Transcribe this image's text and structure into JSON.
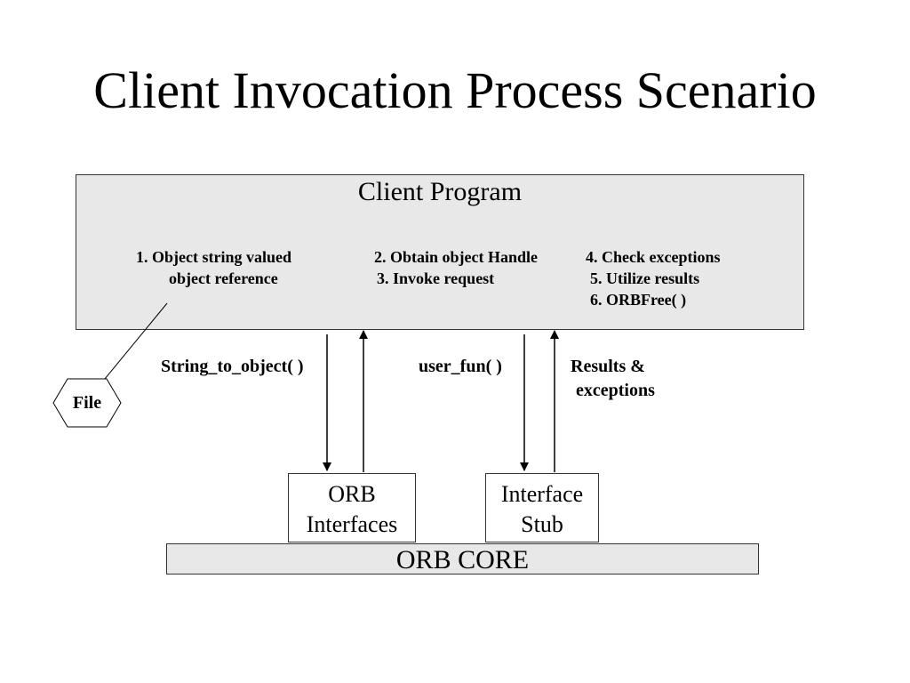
{
  "title": "Client Invocation Process Scenario",
  "client_program": {
    "label": "Client Program",
    "steps": {
      "s1_line1": "1. Object string valued",
      "s1_line2": "object reference",
      "s2": "2. Obtain object Handle",
      "s3": "3. Invoke request",
      "s4": "4. Check exceptions",
      "s5": "5. Utilize results",
      "s6": "6. ORBFree( )"
    }
  },
  "file_node": {
    "label": "File"
  },
  "calls": {
    "string_to_object": "String_to_object( )",
    "user_fun": "user_fun( )",
    "results_line1": "Results &",
    "results_line2": "exceptions"
  },
  "orb_interfaces": {
    "line1": "ORB",
    "line2": "Interfaces"
  },
  "interface_stub": {
    "line1": "Interface",
    "line2": "Stub"
  },
  "orb_core": {
    "label": "ORB CORE"
  },
  "colors": {
    "box_fill": "#e8e8e8",
    "border": "#333333"
  }
}
